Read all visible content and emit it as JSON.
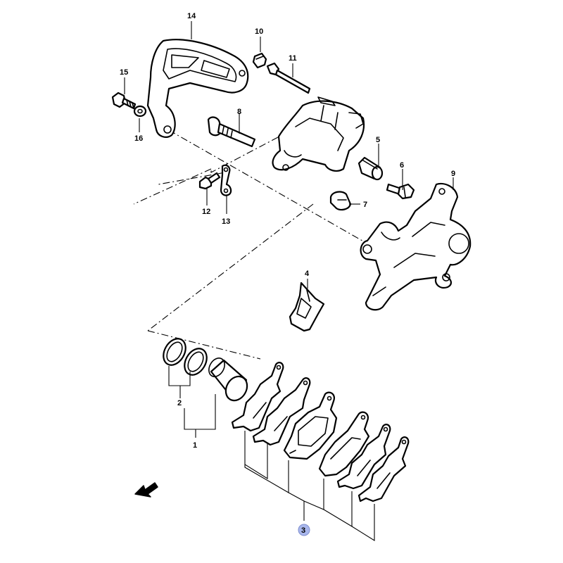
{
  "callouts": {
    "c1": "1",
    "c2": "2",
    "c3": "3",
    "c4": "4",
    "c5": "5",
    "c6": "6",
    "c7": "7",
    "c8": "8",
    "c9": "9",
    "c10": "10",
    "c11": "11",
    "c12": "12",
    "c13": "13",
    "c14": "14",
    "c15": "15",
    "c16": "16"
  },
  "highlight_color": "#a9b7ec",
  "icons": {
    "front_arrow": "direction-arrow-icon"
  }
}
